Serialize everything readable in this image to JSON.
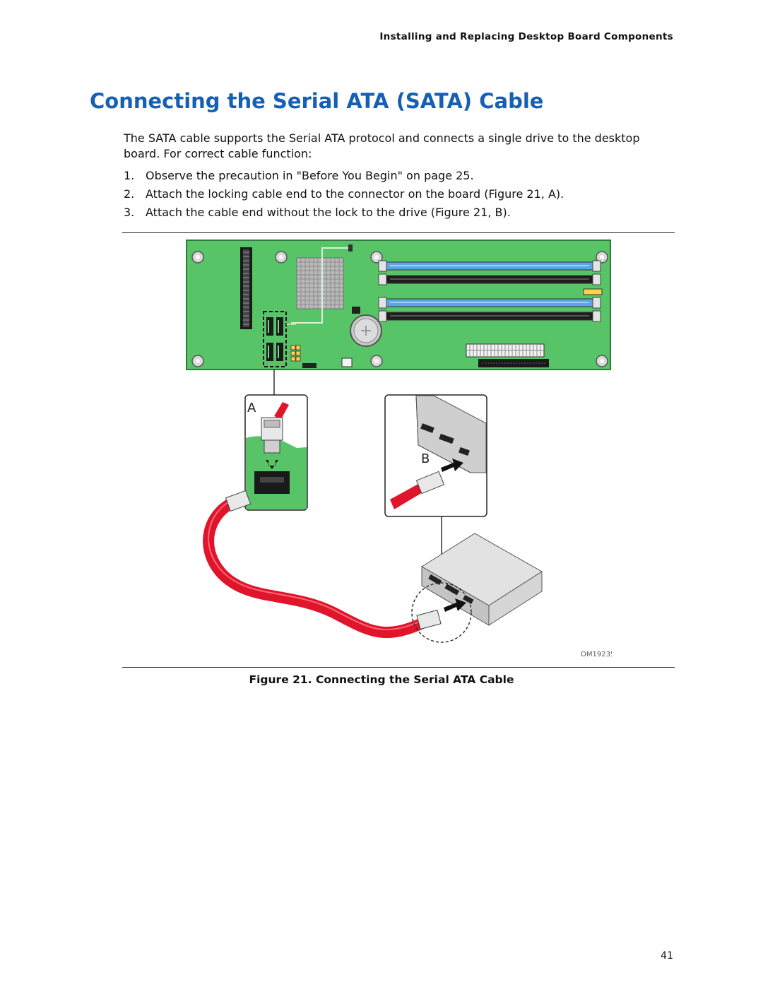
{
  "header": {
    "running_title": "Installing and Replacing Desktop Board Components"
  },
  "page_title": "Connecting the Serial ATA (SATA) Cable",
  "intro": "The SATA cable supports the Serial ATA protocol and connects a single drive to the desktop board.  For correct cable function:",
  "steps": [
    {
      "num": "1.",
      "text": "Observe the precaution in \"Before You Begin\" on page 25."
    },
    {
      "num": "2.",
      "text": "Attach the locking cable end to the connector on the board (Figure 21, A)."
    },
    {
      "num": "3.",
      "text": "Attach the cable end without the lock to the drive (Figure 21, B)."
    }
  ],
  "figure": {
    "callout_a": "A",
    "callout_b": "B",
    "image_id": "OM19235",
    "caption": "Figure 21.  Connecting the Serial ATA Cable"
  },
  "page_number": "41",
  "colors": {
    "title_blue": "#1560b4",
    "board_green": "#57c468",
    "cable_red": "#e0142a",
    "dimm_blue": "#5aa6e6"
  }
}
